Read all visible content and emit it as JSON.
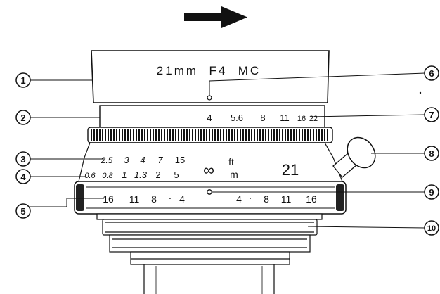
{
  "lens": {
    "engraving": "21mm  F4  MC",
    "focal_mark": "21",
    "aperture_scale": [
      "4",
      "5.6",
      "8",
      "11",
      "16",
      "22"
    ],
    "feet_scale": [
      "2.5",
      "3",
      "4",
      "7",
      "15"
    ],
    "meter_scale": [
      "0.6",
      "0.8",
      "1",
      "1.3",
      "2",
      "5"
    ],
    "infinity": "∞",
    "ft_unit": "ft",
    "m_unit": "m",
    "dof_left": [
      "16",
      "11",
      "8",
      "·",
      "4"
    ],
    "dof_right": [
      "4",
      "·",
      "8",
      "11",
      "16"
    ]
  },
  "callouts": [
    "1",
    "2",
    "3",
    "4",
    "5",
    "6",
    "7",
    "8",
    "9",
    "10"
  ],
  "icons": {
    "direction": "arrow-right-icon"
  }
}
